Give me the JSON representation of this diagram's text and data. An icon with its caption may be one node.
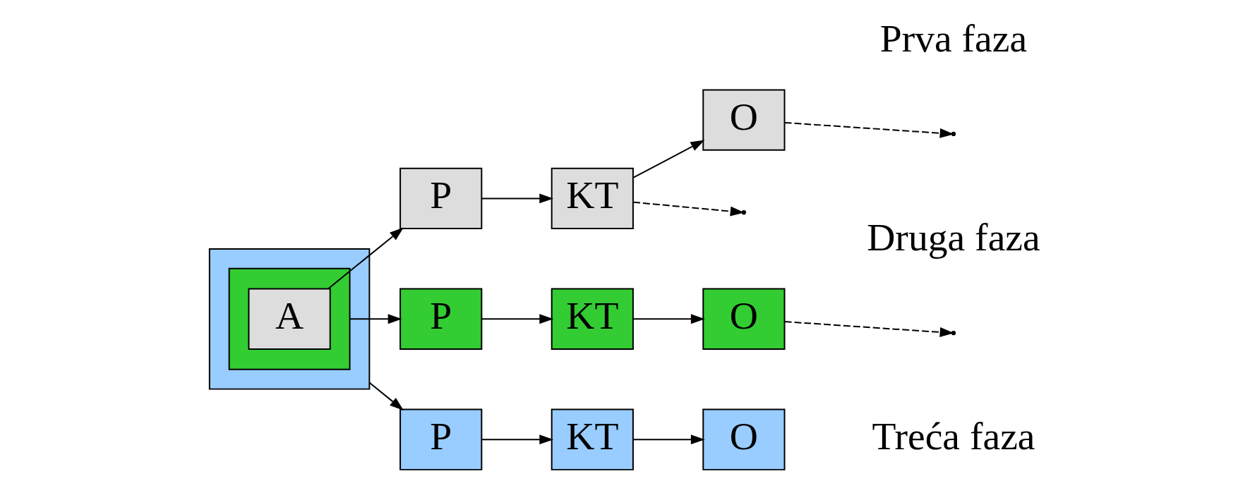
{
  "diagram": {
    "nodes": [
      {
        "text": [],
        "shape": "box"
      },
      {
        "text": [],
        "shape": "box",
        "in": 0
      },
      {
        "text": [
          "A"
        ],
        "in": 1
      },
      {
        "text": [
          "P"
        ]
      },
      {
        "text": [
          "KT"
        ]
      },
      {
        "text": [
          "O"
        ]
      },
      {
        "text": [
          "P"
        ]
      },
      {
        "text": [
          "KT"
        ]
      },
      {
        "text": [
          "O"
        ]
      },
      {
        "text": [
          "P"
        ]
      },
      {
        "text": [
          "KT"
        ]
      },
      {
        "text": [
          "O"
        ]
      }
    ],
    "edges": [
      {
        "from": 2,
        "to": 3,
        "arrow": "to"
      },
      {
        "from": 3,
        "to": 4,
        "arrow": "to"
      },
      {
        "from": 4,
        "to": 5,
        "arrow": "to"
      },
      {
        "from": 1,
        "to": 6,
        "arrow": "to"
      },
      {
        "from": 4,
        "to": null,
        "arrow": "to",
        "style": "dashed"
      },
      {
        "from": 5,
        "to": null,
        "arrow": "to",
        "style": "dashed"
      },
      {
        "from": 6,
        "to": 7,
        "arrow": "to"
      },
      {
        "from": 7,
        "to": 8,
        "arrow": "to"
      },
      {
        "from": 8,
        "to": null,
        "arrow": "to",
        "style": "dashed"
      },
      {
        "from": 0,
        "to": 9,
        "arrow": "to"
      },
      {
        "from": 9,
        "to": 10,
        "arrow": "to"
      },
      {
        "from": 10,
        "to": 11,
        "arrow": "to"
      }
    ],
    "labels": [
      "Prva faza",
      "Druga faza",
      "Treća faza"
    ]
  }
}
